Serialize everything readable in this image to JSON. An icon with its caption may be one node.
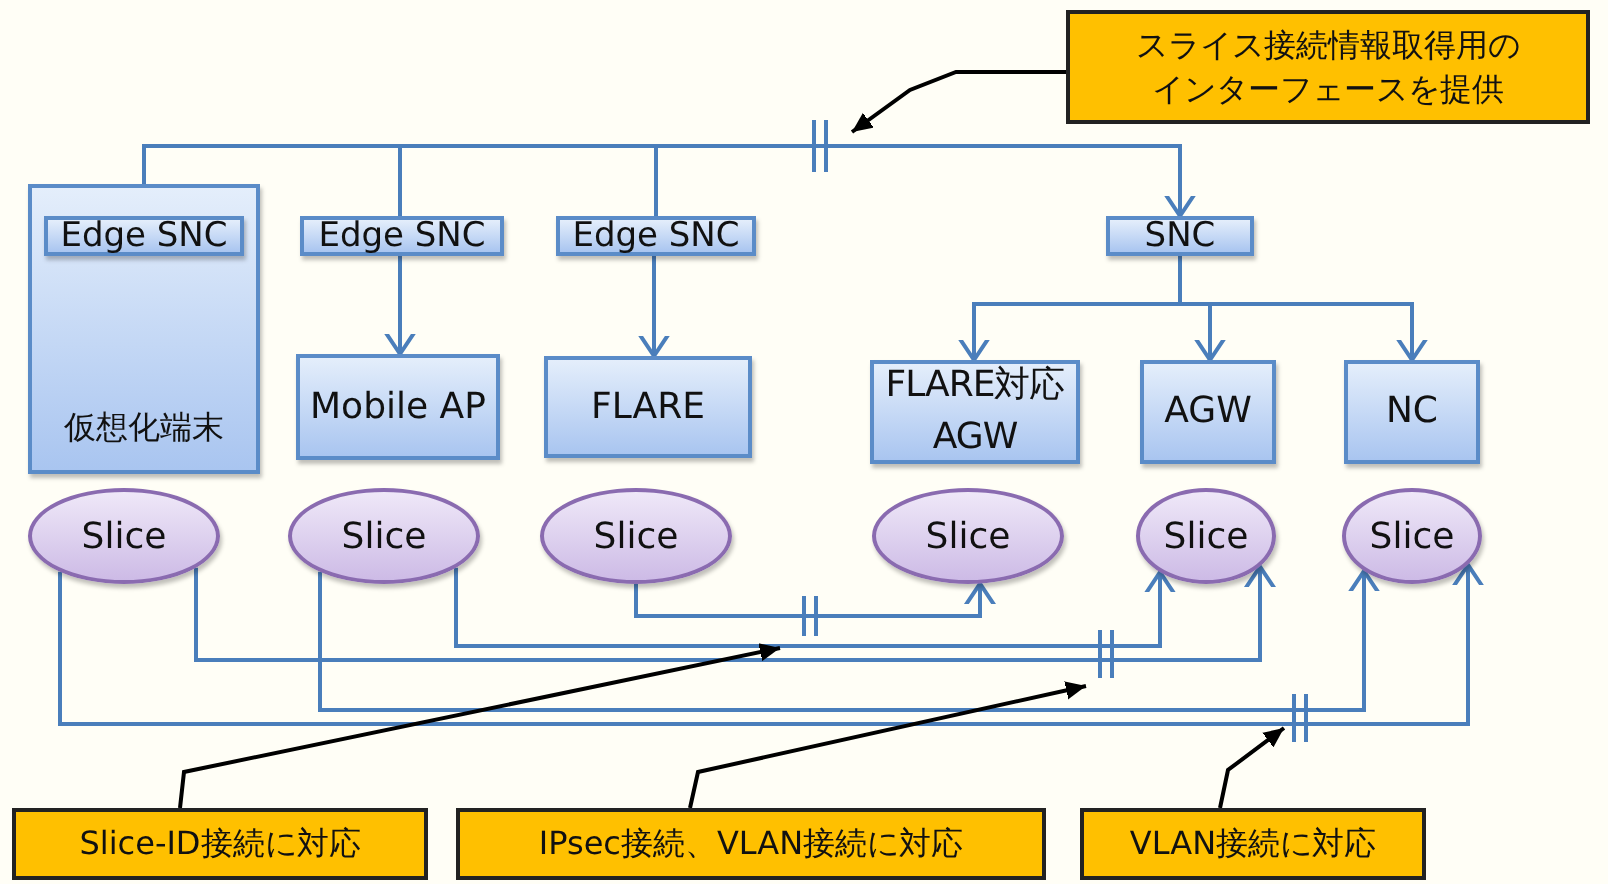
{
  "diagram": {
    "nodes": [
      {
        "text": [
          "仮想化端末"
        ]
      },
      {
        "text": [
          "Edge SNC"
        ],
        "in": 0
      },
      {
        "text": [
          "Edge SNC"
        ]
      },
      {
        "text": [
          "Edge SNC"
        ]
      },
      {
        "text": [
          "SNC"
        ]
      },
      {
        "text": [
          "Mobile AP"
        ]
      },
      {
        "text": [
          "FLARE"
        ]
      },
      {
        "text": [
          "FLARE対応AGW"
        ]
      },
      {
        "text": [
          "AGW"
        ]
      },
      {
        "text": [
          "NC"
        ]
      },
      {
        "text": [
          "Slice"
        ]
      },
      {
        "text": [
          "Slice"
        ]
      },
      {
        "text": [
          "Slice"
        ]
      },
      {
        "text": [
          "Slice"
        ]
      },
      {
        "text": [
          "Slice"
        ]
      },
      {
        "text": [
          "Slice"
        ]
      },
      {
        "text": [
          "スライス接続情報取得用のインターフェースを提供"
        ]
      },
      {
        "text": [
          "Slice-ID接続に対応"
        ]
      },
      {
        "text": [
          "IPsec接続、VLAN接続に対応"
        ]
      },
      {
        "text": [
          "VLAN接続に対応"
        ]
      }
    ],
    "edges": [
      {
        "from": 1,
        "to": 4,
        "arrow": "to"
      },
      {
        "from": 2,
        "to": 4,
        "arrow": "to"
      },
      {
        "from": 3,
        "to": 4,
        "arrow": "to"
      },
      {
        "from": 2,
        "to": 5,
        "arrow": "to"
      },
      {
        "from": 3,
        "to": 6,
        "arrow": "to"
      },
      {
        "from": 4,
        "to": 7,
        "arrow": "to"
      },
      {
        "from": 4,
        "to": 8,
        "arrow": "to"
      },
      {
        "from": 4,
        "to": 9,
        "arrow": "to"
      },
      {
        "from": 12,
        "to": 13,
        "arrow": "to"
      },
      {
        "from": 11,
        "to": 14,
        "arrow": "to"
      },
      {
        "from": 10,
        "to": 14,
        "arrow": "to"
      },
      {
        "from": 11,
        "to": 15,
        "arrow": "to"
      },
      {
        "from": 10,
        "to": 15,
        "arrow": "to"
      },
      {
        "from": 16,
        "to": null,
        "arrow": "to",
        "color": "#000000"
      },
      {
        "from": 17,
        "to": null,
        "arrow": "to",
        "color": "#000000"
      },
      {
        "from": 18,
        "to": null,
        "arrow": "to",
        "color": "#000000"
      },
      {
        "from": 19,
        "to": null,
        "arrow": "to",
        "color": "#000000"
      }
    ]
  }
}
